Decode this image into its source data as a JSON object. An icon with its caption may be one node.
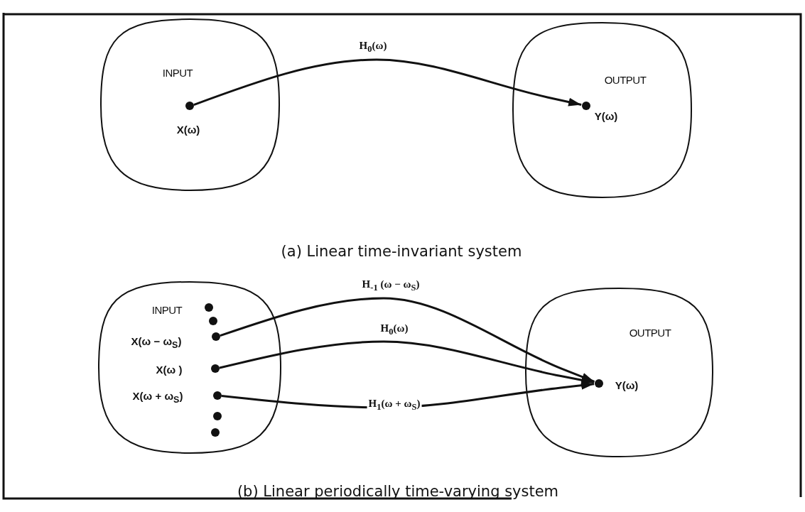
{
  "diagram": {
    "nodes": [
      {
        "text": [
          "INPUT"
        ]
      },
      {
        "text": [],
        "shape": "circle",
        "in": 0,
        "beside": [
          "X(ω)"
        ]
      },
      {
        "text": [
          "OUTPUT"
        ]
      },
      {
        "text": [],
        "shape": "circle",
        "in": 2,
        "beside": [
          "Y(ω)"
        ]
      },
      {
        "text": [
          "INPUT"
        ]
      },
      {
        "text": [],
        "shape": "circle",
        "in": 4
      },
      {
        "text": [],
        "shape": "circle",
        "in": 4
      },
      {
        "text": [],
        "shape": "circle",
        "in": 4,
        "beside": [
          "X(ω − ω$_{S}$)"
        ]
      },
      {
        "text": [],
        "shape": "circle",
        "in": 4,
        "beside": [
          "X(ω )"
        ]
      },
      {
        "text": [],
        "shape": "circle",
        "in": 4,
        "beside": [
          "X(ω + ω$_{S}$)"
        ]
      },
      {
        "text": [],
        "shape": "circle",
        "in": 4
      },
      {
        "text": [],
        "shape": "circle",
        "in": 4
      },
      {
        "text": [
          "OUTPUT"
        ]
      },
      {
        "text": [],
        "shape": "circle",
        "in": 12,
        "beside": [
          "Y(ω)"
        ]
      }
    ],
    "edges": [
      {
        "from": 1,
        "to": 3,
        "arrow": "to",
        "label": "H$_{0}$(ω)"
      },
      {
        "from": 7,
        "to": 13,
        "arrow": "to",
        "label": "H$_{-1}$ (ω − ω$_{S}$)"
      },
      {
        "from": 8,
        "to": 13,
        "arrow": "to",
        "label": "H$_{0}$(ω)"
      },
      {
        "from": 9,
        "to": 13,
        "arrow": "to",
        "label": "H$_{1}$(ω + ω$_{S}$)"
      }
    ],
    "labels": [
      "(a) Linear time-invariant system",
      "(b) Linear periodically time-varying system"
    ]
  }
}
